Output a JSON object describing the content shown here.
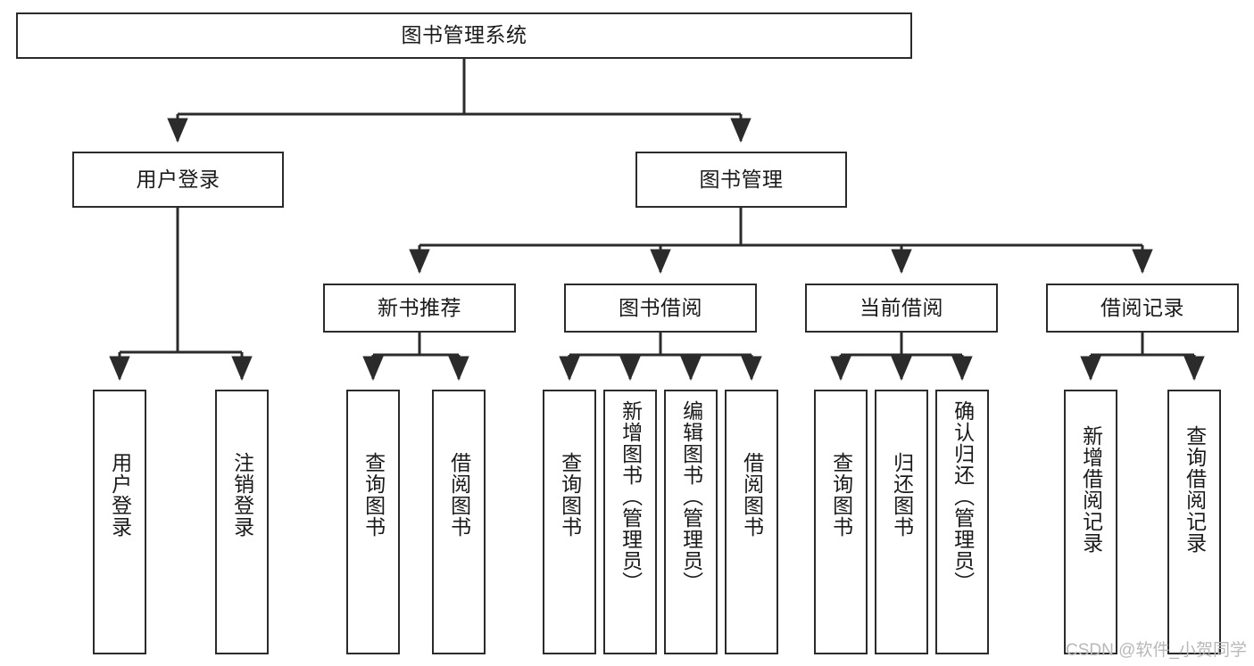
{
  "diagram": {
    "type": "tree-hierarchy-flowchart",
    "title": "图书管理系统",
    "orientation": "top-down",
    "line_color": "#2b2b2b",
    "box_fill": "#ffffff",
    "text_color": "#1a1a1a",
    "nodes": {
      "root": {
        "label": "图书管理系统",
        "text_direction": "horizontal"
      },
      "level2": [
        {
          "id": "user-login",
          "label": "用户登录",
          "text_direction": "horizontal"
        },
        {
          "id": "book-management",
          "label": "图书管理",
          "text_direction": "horizontal"
        }
      ],
      "level3": [
        {
          "id": "new-book-recommend",
          "label": "新书推荐",
          "text_direction": "horizontal",
          "parent": "book-management"
        },
        {
          "id": "book-borrow",
          "label": "图书借阅",
          "text_direction": "horizontal",
          "parent": "book-management"
        },
        {
          "id": "current-borrow",
          "label": "当前借阅",
          "text_direction": "horizontal",
          "parent": "book-management"
        },
        {
          "id": "borrow-record",
          "label": "借阅记录",
          "text_direction": "horizontal",
          "parent": "book-management"
        }
      ],
      "leaves": [
        {
          "id": "leaf-user-login",
          "label": "用户登录",
          "text_direction": "vertical",
          "parent": "user-login"
        },
        {
          "id": "leaf-logout",
          "label": "注销登录",
          "text_direction": "vertical",
          "parent": "user-login"
        },
        {
          "id": "leaf-query-book-1",
          "label": "查询图书",
          "text_direction": "vertical",
          "parent": "new-book-recommend"
        },
        {
          "id": "leaf-borrow-book-1",
          "label": "借阅图书",
          "text_direction": "vertical",
          "parent": "new-book-recommend"
        },
        {
          "id": "leaf-query-book-2",
          "label": "查询图书",
          "text_direction": "vertical",
          "parent": "book-borrow"
        },
        {
          "id": "leaf-add-book",
          "label": "新增图书（管理员）",
          "text_direction": "vertical",
          "parent": "book-borrow"
        },
        {
          "id": "leaf-edit-book",
          "label": "编辑图书（管理员）",
          "text_direction": "vertical",
          "parent": "book-borrow"
        },
        {
          "id": "leaf-borrow-book-2",
          "label": "借阅图书",
          "text_direction": "vertical",
          "parent": "book-borrow"
        },
        {
          "id": "leaf-query-book-3",
          "label": "查询图书",
          "text_direction": "vertical",
          "parent": "current-borrow"
        },
        {
          "id": "leaf-return-book",
          "label": "归还图书",
          "text_direction": "vertical",
          "parent": "current-borrow"
        },
        {
          "id": "leaf-confirm-return",
          "label": "确认归还（管理员）",
          "text_direction": "vertical",
          "parent": "current-borrow"
        },
        {
          "id": "leaf-add-record",
          "label": "新增借阅记录",
          "text_direction": "vertical",
          "parent": "borrow-record"
        },
        {
          "id": "leaf-query-record",
          "label": "查询借阅记录",
          "text_direction": "vertical",
          "parent": "borrow-record"
        }
      ]
    }
  },
  "watermark": {
    "text": "CSDN @软件_小贺同学"
  }
}
